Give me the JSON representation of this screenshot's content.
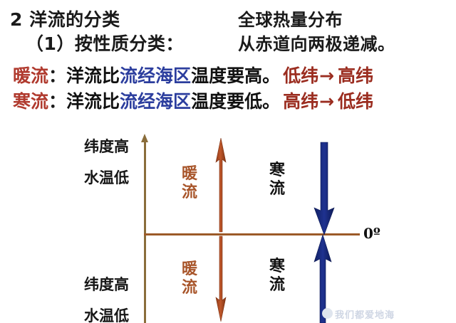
{
  "heading": {
    "title_line1": "2 洋流的分类",
    "title_line2": "（1）按性质分类：",
    "note_line1": "全球热量分布",
    "note_line2": "从赤道向两极递减。"
  },
  "definitions": [
    {
      "term": "暖流",
      "colon": "：",
      "part_black_1": "洋流比",
      "part_blue": "流经海区",
      "part_black_2": "温度要高。",
      "flow_from": "低纬",
      "flow_arrow": "→",
      "flow_to": "高纬"
    },
    {
      "term": "寒流",
      "colon": "：",
      "part_black_1": "洋流比",
      "part_blue": "流经海区",
      "part_black_2": "温度要低。",
      "flow_from": "高纬",
      "flow_arrow": "→",
      "flow_to": "低纬"
    }
  ],
  "diagram": {
    "equator_label": "0º",
    "top_left_label_1": "纬度高",
    "top_left_label_2": "水温低",
    "bottom_left_label_1": "纬度高",
    "bottom_left_label_2": "水温低",
    "flow_warm_top": "暖流",
    "flow_cold_top": "寒流",
    "flow_warm_bottom": "暖流",
    "flow_cold_bottom": "寒流",
    "colors": {
      "axis_vertical": "#8a6d3b",
      "axis_horizontal": "#9c5a28",
      "warm_arrow": "#a8461f",
      "cold_arrow": "#1b2a80",
      "warm_text": "#a8552a",
      "term_red": "#b03a2e",
      "blue_text": "#2c3e9e"
    }
  },
  "watermark": {
    "text": "我们都爱地海"
  }
}
